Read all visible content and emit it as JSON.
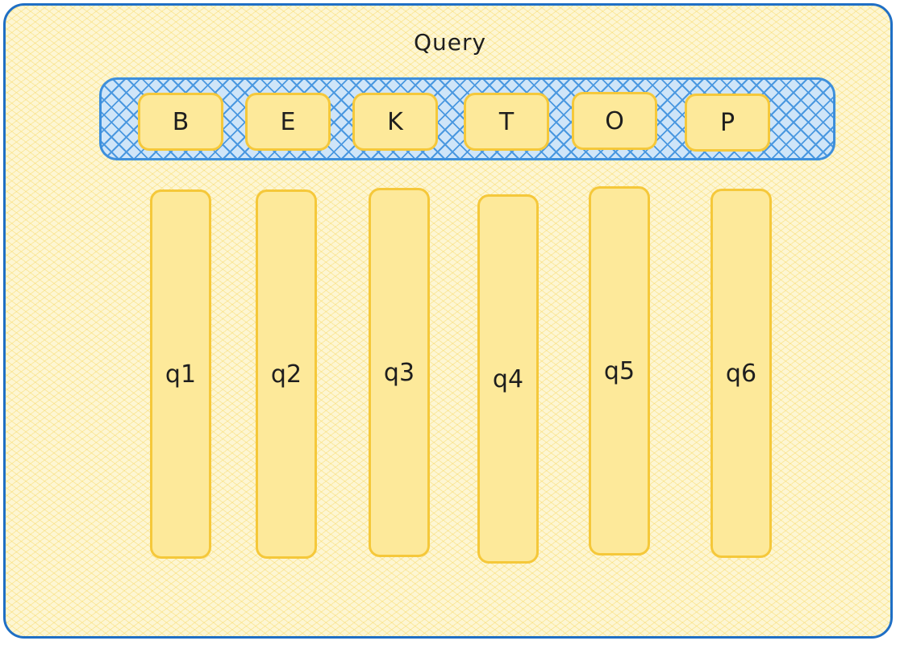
{
  "title": "Query",
  "tokens": [
    "B",
    "E",
    "K",
    "T",
    "O",
    "P"
  ],
  "query_vectors": [
    "q1",
    "q2",
    "q3",
    "q4",
    "q5",
    "q6"
  ],
  "colors": {
    "frame_border": "#1f6fc5",
    "frame_fill": "#fdf6d3",
    "token_bar_border": "#3d8fdc",
    "token_bar_hatch": "#4a98e0",
    "box_fill": "#fde99a",
    "box_border": "#f5c83a",
    "text": "#1e1e1e"
  }
}
